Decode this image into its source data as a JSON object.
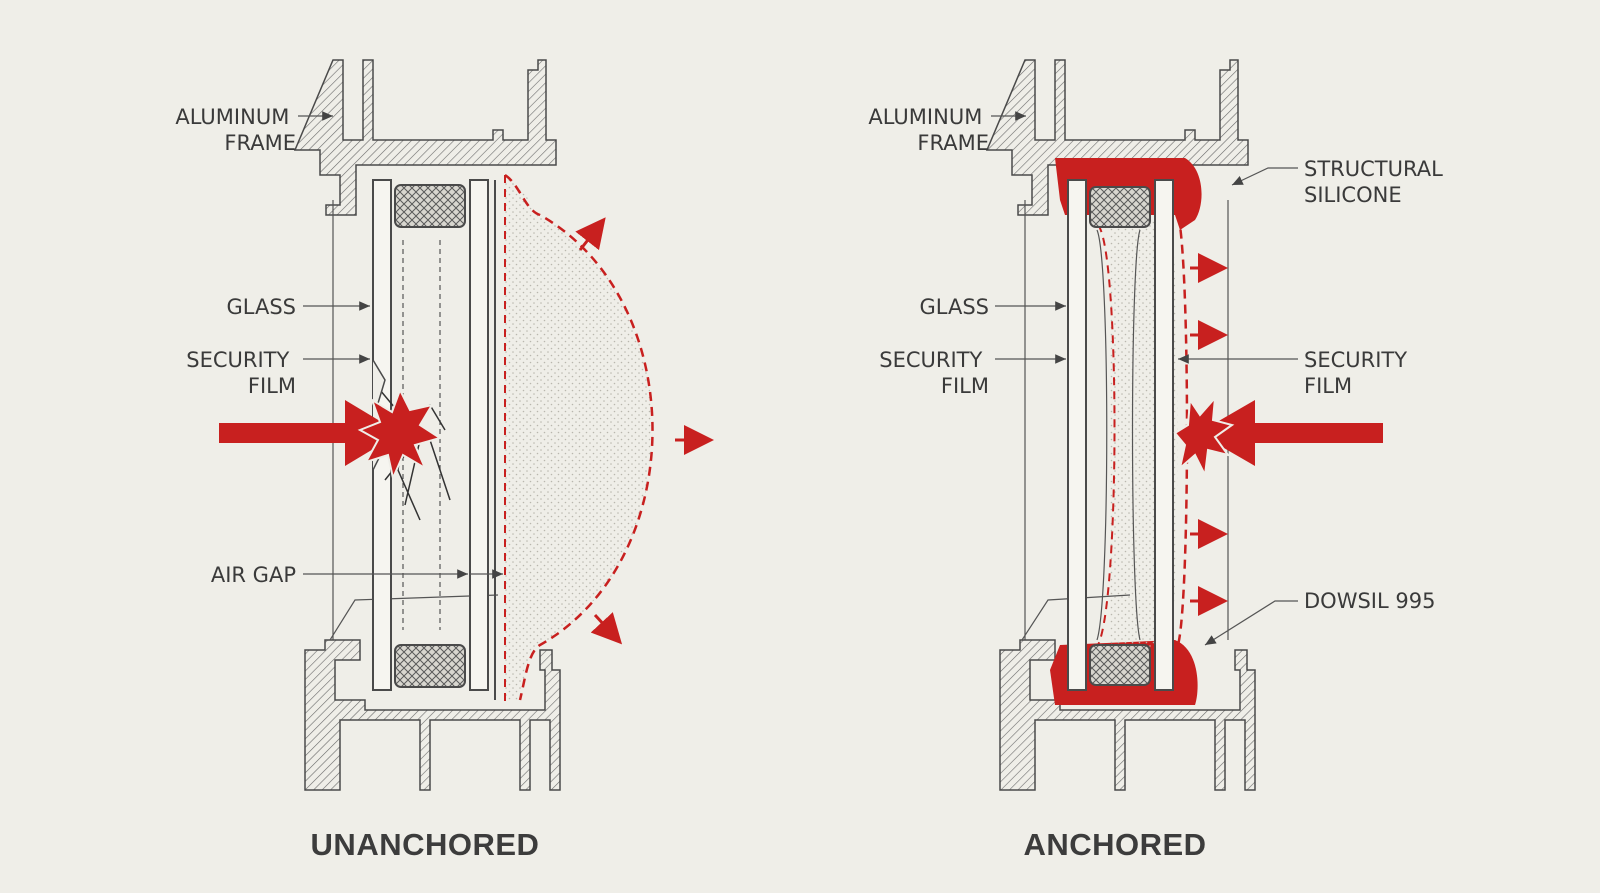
{
  "left_panel": {
    "caption": "UNANCHORED",
    "labels": {
      "frame": [
        "ALUMINUM",
        "FRAME"
      ],
      "glass": "GLASS",
      "film": [
        "SECURITY",
        "FILM"
      ],
      "air_gap": "AIR GAP"
    }
  },
  "right_panel": {
    "caption": "ANCHORED",
    "labels": {
      "frame": [
        "ALUMINUM",
        "FRAME"
      ],
      "glass": "GLASS",
      "film_left": [
        "SECURITY",
        "FILM"
      ],
      "silicone": [
        "STRUCTURAL",
        "SILICONE"
      ],
      "film_right": [
        "SECURITY",
        "FILM"
      ],
      "sealant": "DOWSIL 995"
    }
  },
  "colors": {
    "background": "#efeee8",
    "accent_red": "#c8201f",
    "line": "#4a4a4a"
  }
}
